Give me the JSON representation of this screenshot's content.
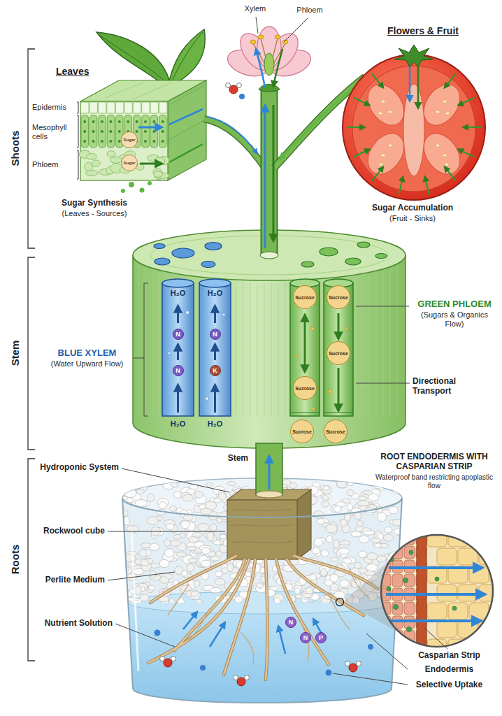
{
  "diagram": {
    "nodes": [
      {
        "text": [
          "Sugar"
        ]
      },
      {
        "text": [
          "Sugar"
        ]
      },
      {
        "text": [
          "N"
        ]
      },
      {
        "text": [
          "N"
        ]
      },
      {
        "text": [
          "N"
        ]
      },
      {
        "text": [
          "K"
        ]
      },
      {
        "text": [
          "Sucrose"
        ]
      },
      {
        "text": [
          "Sucrose"
        ]
      },
      {
        "text": [
          "Sucrose"
        ]
      },
      {
        "text": [
          "Sucrose"
        ]
      },
      {
        "text": [
          "Sucrose"
        ]
      },
      {
        "text": [
          "Sucrose"
        ]
      },
      {
        "text": [
          "N"
        ]
      },
      {
        "text": [
          "P"
        ]
      },
      {
        "text": [
          "N"
        ]
      }
    ],
    "labels": [
      "Shoots",
      "Stem",
      "Roots",
      "Leaves",
      "Epidermis",
      "Mesophyll cells",
      "Phloem",
      "Sugar Synthesis",
      "(Leaves - Sources)",
      "Xylem",
      "Phloem",
      "Flowers & Fruit",
      "Sugar Accumulation",
      "(Fruit - Sinks)",
      "H₂O",
      "H₂O",
      "H₂O",
      "H₂O",
      "BLUE XYLEM",
      "(Water Upward Flow)",
      "GREEN PHLOEM",
      "(Sugars & Organics Flow)",
      "Directional Transport",
      "Stem",
      "Hydroponic System",
      "Rockwool cube",
      "Perlite Medium",
      "Nutrient Solution",
      "ROOT ENDODERMIS WITH CASPARIAN STRIP",
      "Waterproof band restricting apoplastic flow",
      "Casparian Strip",
      "Endodermis",
      "Selective Uptake"
    ]
  }
}
